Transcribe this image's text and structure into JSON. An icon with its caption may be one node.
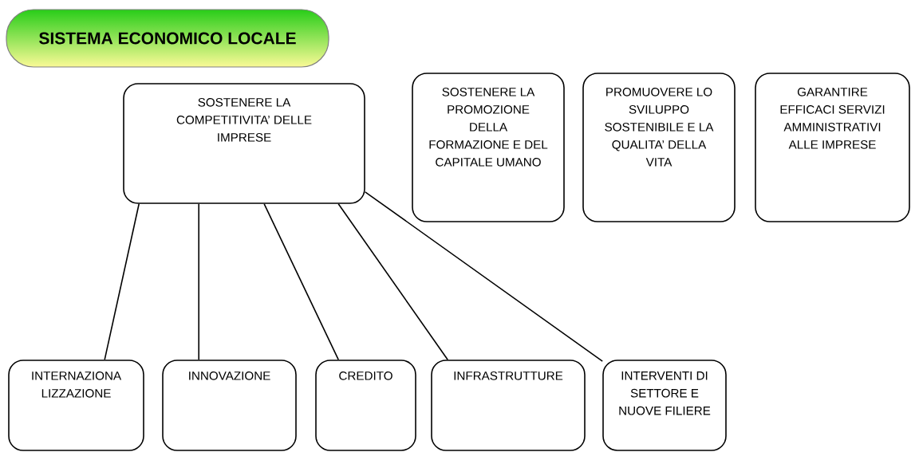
{
  "diagram": {
    "nodes": [
      {
        "text": [
          "SISTEMA ECONOMICO LOCALE"
        ]
      },
      {
        "text": [
          "SOSTENERE LA COMPETITIVITA’ DELLE IMPRESE"
        ]
      },
      {
        "text": [
          "SOSTENERE LA PROMOZIONE DELLA FORMAZIONE E DEL CAPITALE UMANO"
        ]
      },
      {
        "text": [
          "PROMUOVERE LO SVILUPPO SOSTENIBILE E LA QUALITA’ DELLA VITA"
        ]
      },
      {
        "text": [
          "GARANTIRE EFFICACI SERVIZI AMMINISTRATIVI ALLE IMPRESE"
        ]
      },
      {
        "text": [
          "INTERNAZIONA LIZZAZIONE"
        ]
      },
      {
        "text": [
          "INNOVAZIONE"
        ]
      },
      {
        "text": [
          "CREDITO"
        ]
      },
      {
        "text": [
          "INFRASTRUTTURE"
        ]
      },
      {
        "text": [
          "INTERVENTI DI SETTORE E NUOVE FILIERE"
        ]
      }
    ],
    "edges": [
      {
        "from": 1,
        "to": 5,
        "arrow": "none"
      },
      {
        "from": 1,
        "to": 6,
        "arrow": "none"
      },
      {
        "from": 1,
        "to": 7,
        "arrow": "none"
      },
      {
        "from": 1,
        "to": 8,
        "arrow": "none"
      },
      {
        "from": 1,
        "to": 9,
        "arrow": "none"
      }
    ]
  }
}
